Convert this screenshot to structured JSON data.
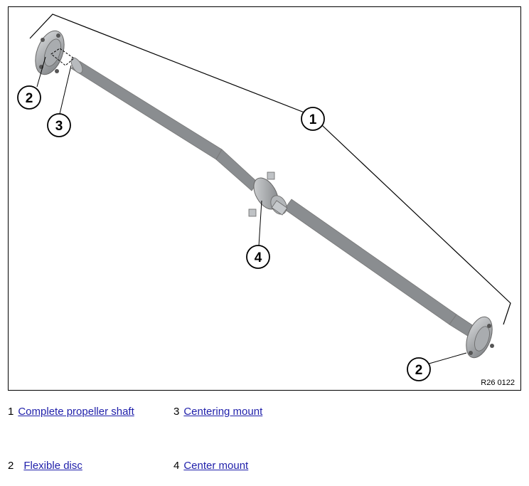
{
  "figure": {
    "reference_code": "R26 0122",
    "callouts": [
      "1",
      "2",
      "3",
      "2",
      "4"
    ]
  },
  "legend": [
    {
      "number": "1",
      "label": "Complete propeller shaft"
    },
    {
      "number": "3",
      "label": "Centering mount"
    },
    {
      "number": "2",
      "label": "Flexible disc"
    },
    {
      "number": "4",
      "label": "Center mount"
    }
  ]
}
